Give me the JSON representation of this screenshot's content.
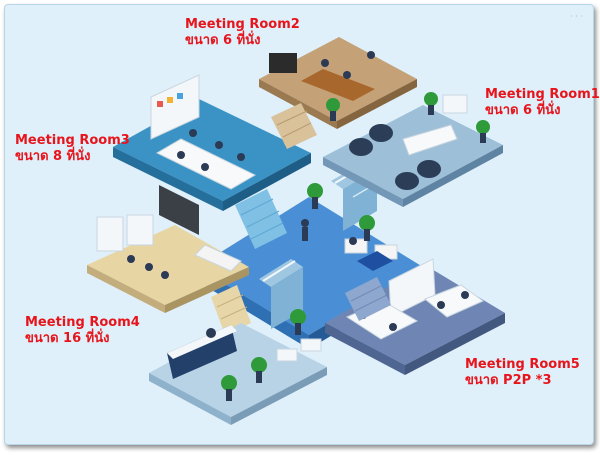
{
  "watermark": "·  ·  ·",
  "rooms": [
    {
      "id": "room2",
      "name": "Meeting Room2",
      "capacity": "ขนาด 6 ที่นั่ง"
    },
    {
      "id": "room1",
      "name": "Meeting Room1",
      "capacity": "ขนาด 6 ที่นั่ง"
    },
    {
      "id": "room3",
      "name": "Meeting Room3",
      "capacity": "ขนาด 8 ที่นั่ง"
    },
    {
      "id": "room4",
      "name": "Meeting Room4",
      "capacity": "ขนาด 16 ที่นั่ง"
    },
    {
      "id": "room5",
      "name": "Meeting Room5",
      "capacity": "ขนาด P2P *3"
    }
  ],
  "colors": {
    "label": "#e8141b",
    "background": "#dff0fa",
    "hub_floor": "#4a8fd6",
    "room3_floor": "#3a93c4",
    "room1_floor": "#9dbfd8",
    "room2_floor": "#c4a176",
    "room4_floor": "#e8d5a4",
    "room5_floor": "#6f86b5",
    "reception_floor": "#b9d3e6"
  }
}
